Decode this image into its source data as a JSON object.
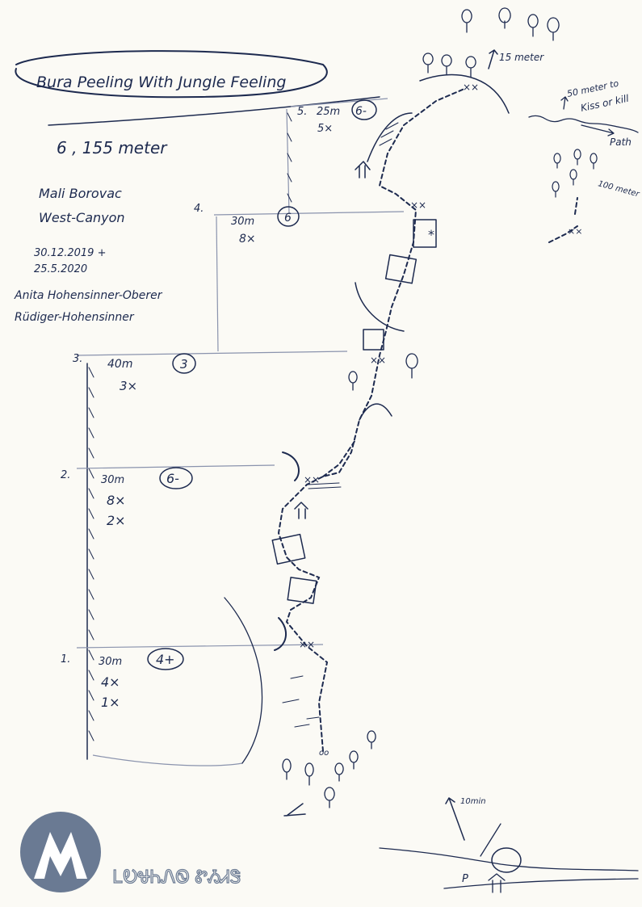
{
  "route": {
    "title": "Bura Peeling With Jungle Feeling",
    "summary": "6 , 155 meter",
    "area": "Mali Borovac",
    "sector": "West-Canyon",
    "dates": [
      "30.12.2019 +",
      "25.5.2020"
    ],
    "authors": [
      "Anita Hohensinner-Oberer",
      "Rüdiger-Hohensinner"
    ]
  },
  "pitches": [
    {
      "number": "1.",
      "length": "30m",
      "grade": "4+",
      "protection": [
        "4×",
        "1×"
      ]
    },
    {
      "number": "2.",
      "length": "30m",
      "grade": "6-",
      "protection": [
        "8×",
        "2×"
      ]
    },
    {
      "number": "3.",
      "length": "40m",
      "grade": "3",
      "protection": [
        "3×"
      ]
    },
    {
      "number": "4.",
      "length": "30m",
      "grade": "6",
      "protection": [
        "8×"
      ]
    },
    {
      "number": "5.",
      "length": "25m",
      "grade": "6-",
      "protection": [
        "5×"
      ]
    }
  ],
  "annotations": {
    "top_distance": "15 meter",
    "descent_distance": "100 meter",
    "path_note": "50 meter to",
    "path_note_2": "Kiss or kill",
    "path_label": "Path",
    "approach_time": "10min",
    "parking_label": "P"
  },
  "logo": {
    "text": "ᏞᎧᏠᏂᏁᏫ ᏑᏱᏗᏕ"
  }
}
